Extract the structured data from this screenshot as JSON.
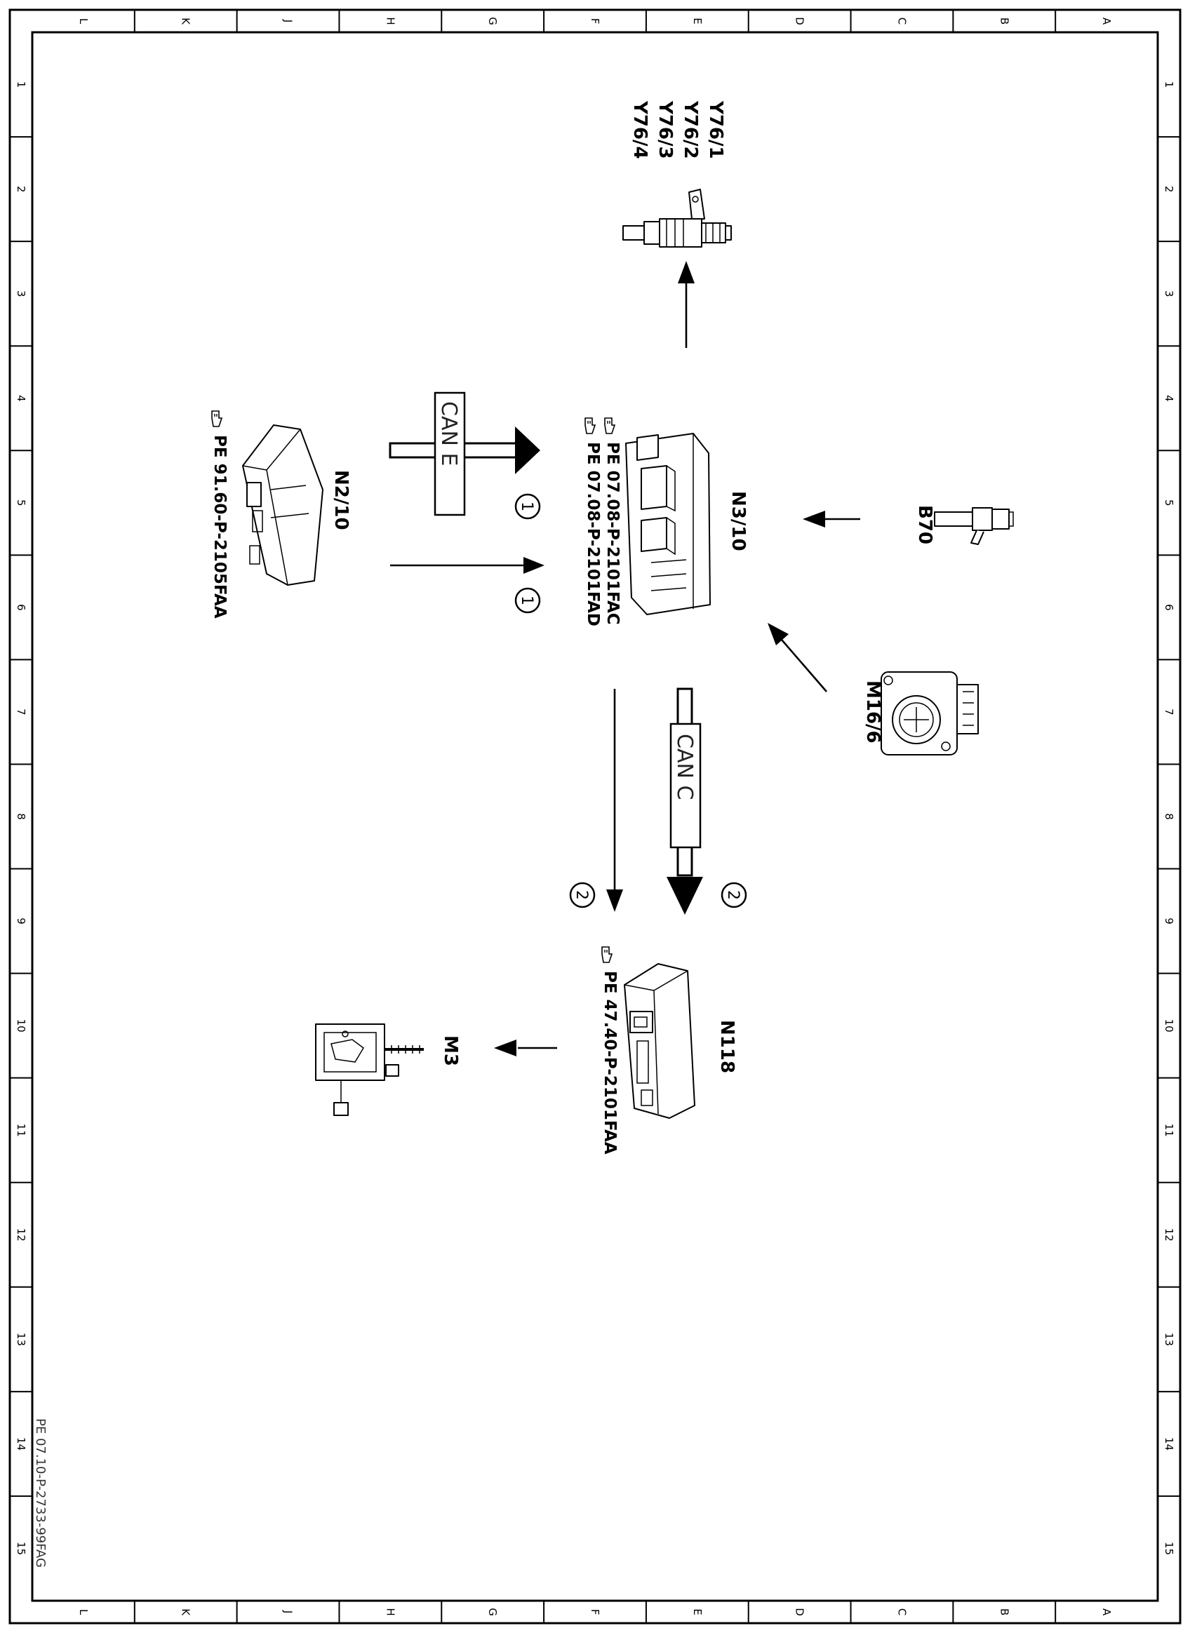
{
  "frame": {
    "columns": [
      "L",
      "K",
      "J",
      "H",
      "G",
      "F",
      "E",
      "D",
      "C",
      "B",
      "A"
    ],
    "rows": [
      "1",
      "2",
      "3",
      "4",
      "5",
      "6",
      "7",
      "8",
      "9",
      "10",
      "11",
      "12",
      "13",
      "14",
      "15"
    ]
  },
  "components": {
    "injectors": [
      "Y76/1",
      "Y76/2",
      "Y76/3",
      "Y76/4"
    ],
    "ecu": "N3/10",
    "ecu_refs": [
      "PE  07.08-P-2101FAC",
      "PE  07.08-P-2101FAD"
    ],
    "n2_10": "N2/10",
    "n2_10_ref": "PE  91.60-P-2105FAA",
    "b70": "B70",
    "m16_6": "M16/6",
    "n118": "N118",
    "n118_ref": "PE  47.40-P-2101FAA",
    "m3": "M3"
  },
  "buses": {
    "can_e": "CAN E",
    "can_c": "CAN C"
  },
  "markers": {
    "one": "1",
    "two": "2"
  },
  "document_id": "PE 07.10-P-2733-99FAG",
  "icons": [
    "reference-hand-icon"
  ]
}
